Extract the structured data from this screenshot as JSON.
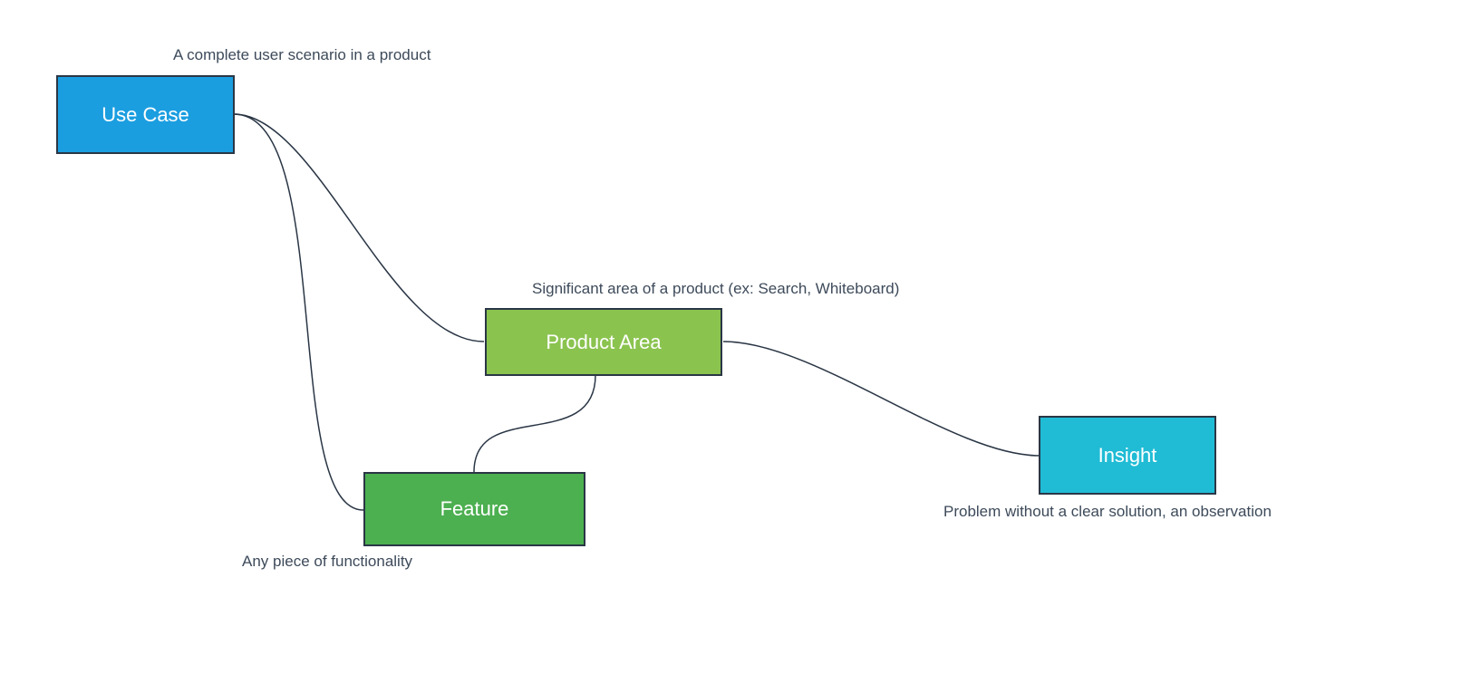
{
  "diagram": {
    "nodes": [
      {
        "id": "use-case",
        "label": "Use Case",
        "caption": "A complete user scenario in a product",
        "color": "#1b9ee0"
      },
      {
        "id": "product-area",
        "label": "Product Area",
        "caption": "Significant area of a product (ex: Search, Whiteboard)",
        "color": "#8bc34f"
      },
      {
        "id": "feature",
        "label": "Feature",
        "caption": "Any piece of functionality",
        "color": "#4caf50"
      },
      {
        "id": "insight",
        "label": "Insight",
        "caption": "Problem without a clear solution, an observation",
        "color": "#20bcd5"
      }
    ],
    "edges": [
      {
        "from": "use-case",
        "to": "product-area"
      },
      {
        "from": "use-case",
        "to": "feature"
      },
      {
        "from": "product-area",
        "to": "feature"
      },
      {
        "from": "product-area",
        "to": "insight"
      }
    ],
    "line_color": "#2a3645"
  }
}
